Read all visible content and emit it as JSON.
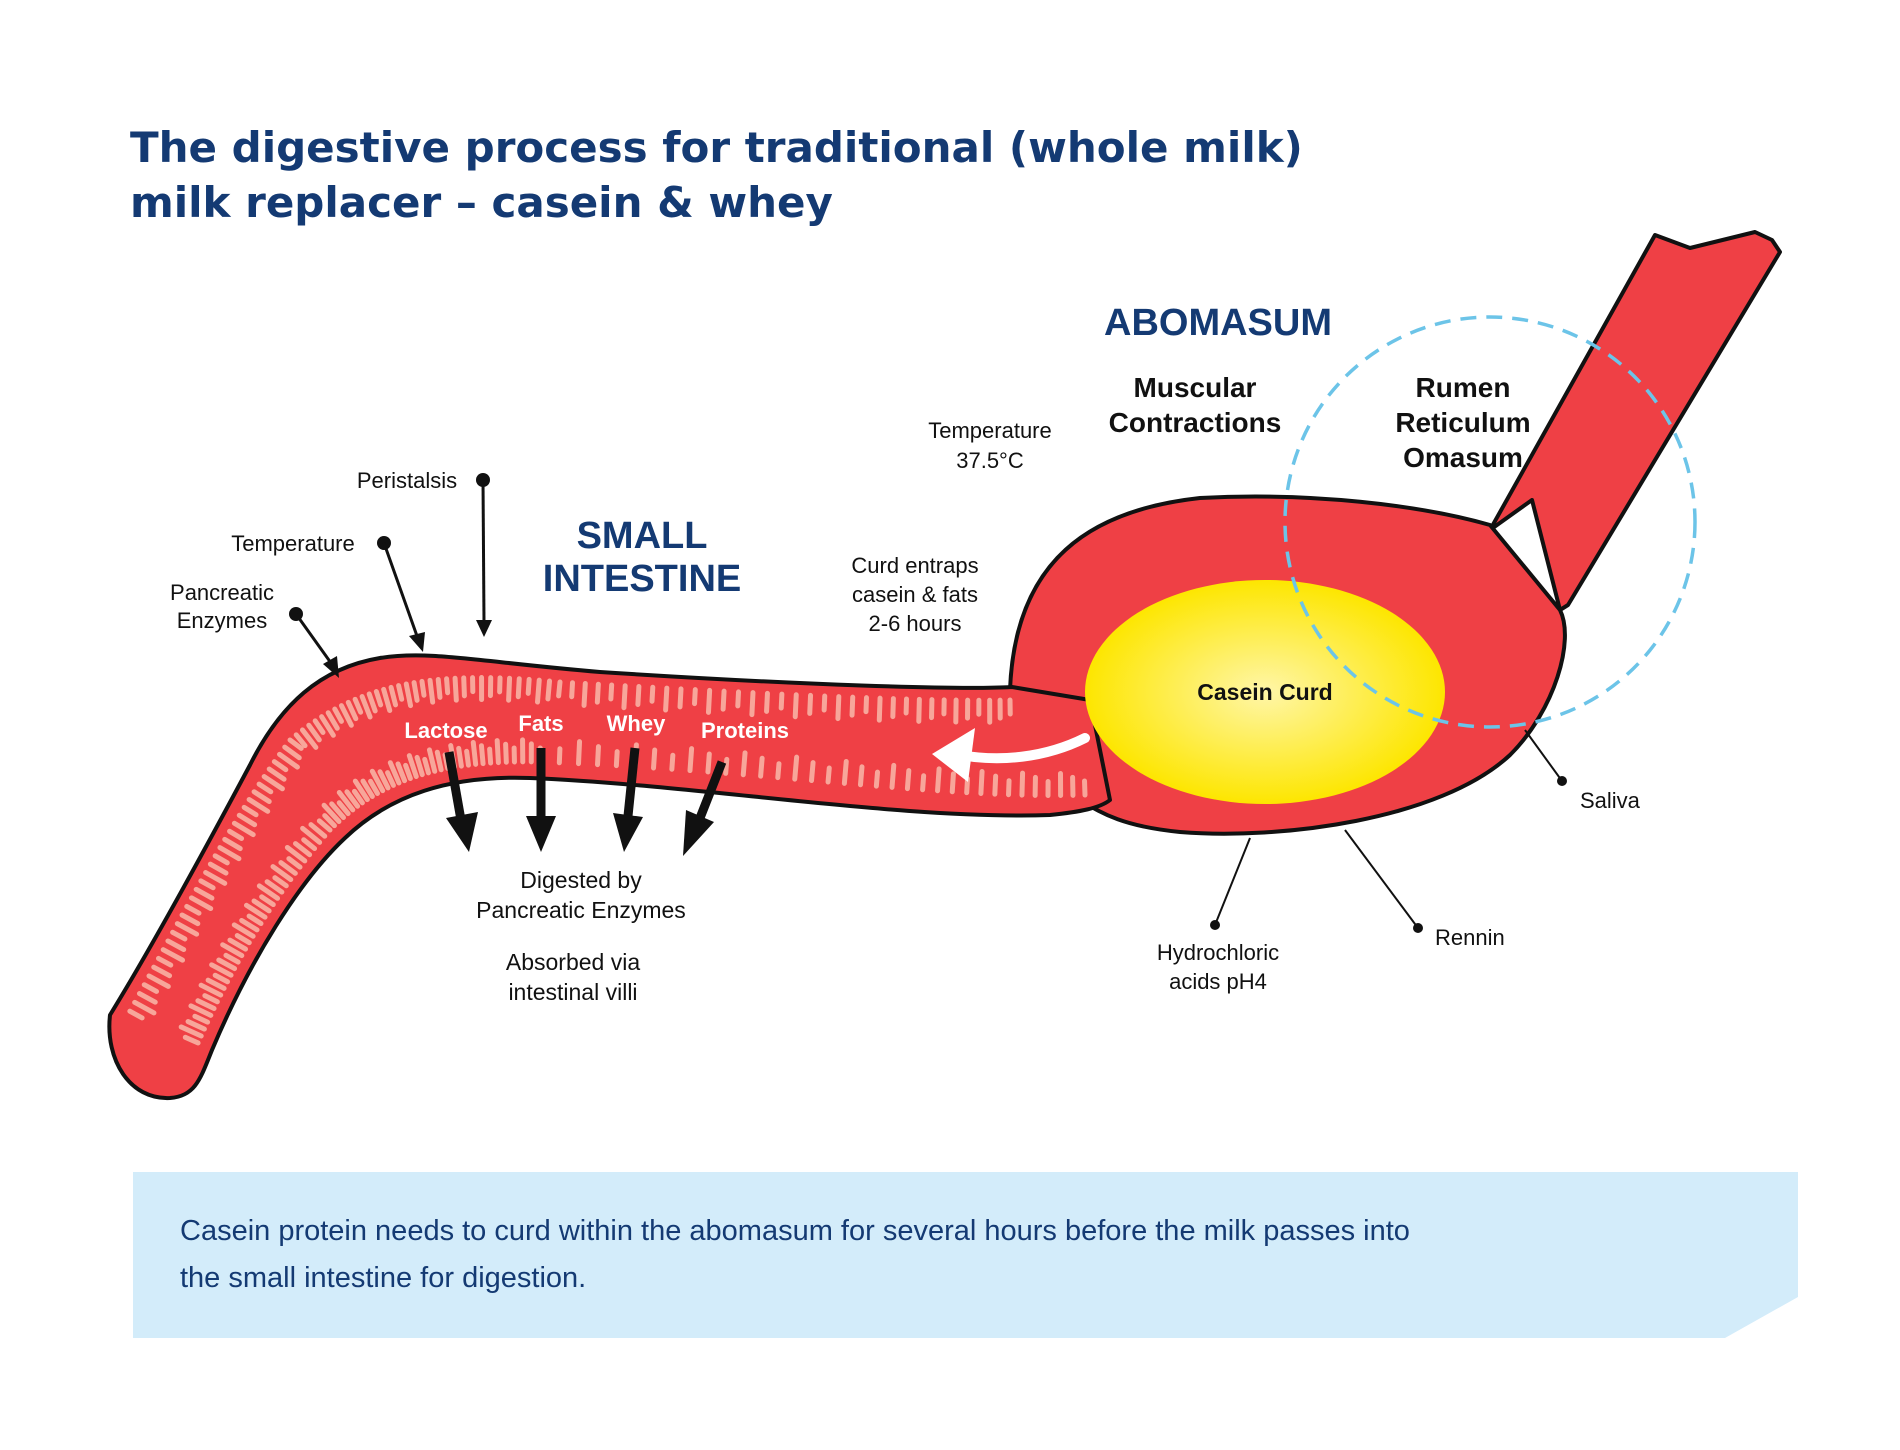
{
  "title": {
    "line1": "The digestive process for traditional (whole milk)",
    "line2": "milk replacer – casein & whey"
  },
  "colors": {
    "title": "#143a73",
    "organ_fill": "#ef4045",
    "villi": "#f7a69a",
    "curd_center": "#fff6a8",
    "curd_edge": "#fde600",
    "dashed_circle": "#6cc4e8",
    "note_box": "#d3ecfa"
  },
  "abomasum": {
    "heading": "ABOMASUM",
    "muscular": [
      "Muscular",
      "Contractions"
    ],
    "rumen": [
      "Rumen",
      "Reticulum",
      "Omasum"
    ],
    "temperature": [
      "Temperature",
      "37.5°C"
    ],
    "curd_note": [
      "Curd entraps",
      "casein & fats",
      "2-6 hours"
    ],
    "casein_curd": "Casein Curd",
    "saliva": "Saliva",
    "rennin": "Rennin",
    "hydrochloric": [
      "Hydrochloric",
      "acids pH4"
    ]
  },
  "small_intestine": {
    "heading": [
      "SMALL",
      "INTESTINE"
    ],
    "peristalsis": "Peristalsis",
    "temperature": "Temperature",
    "pancreatic": [
      "Pancreatic",
      "Enzymes"
    ],
    "nutrients": [
      "Lactose",
      "Fats",
      "Whey",
      "Proteins"
    ],
    "digested": [
      "Digested by",
      "Pancreatic Enzymes"
    ],
    "absorbed": [
      "Absorbed via",
      "intestinal villi"
    ]
  },
  "note": {
    "line1": "Casein protein needs to curd within the abomasum for several hours before the milk passes into",
    "line2": "the small intestine for digestion."
  }
}
